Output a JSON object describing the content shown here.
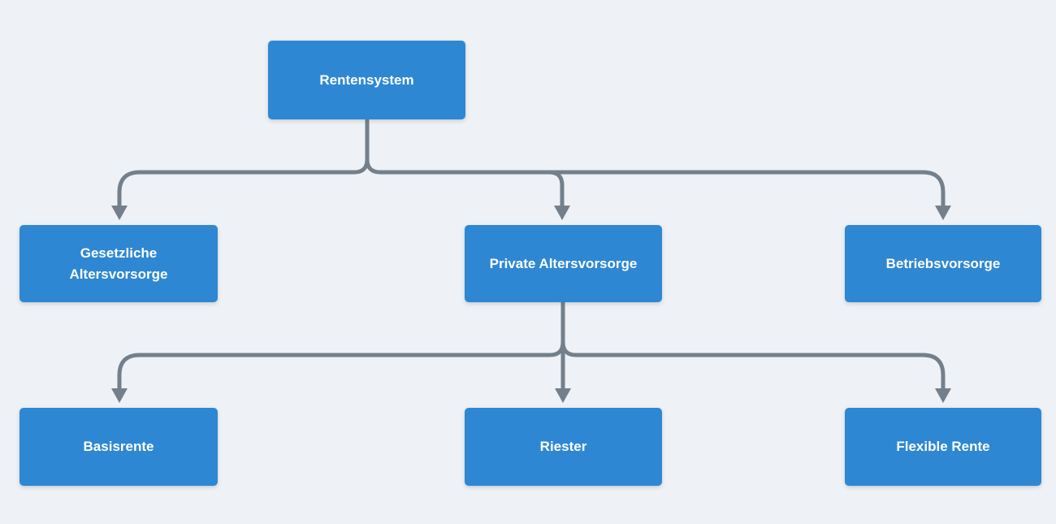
{
  "diagram": {
    "type": "tree",
    "nodes": {
      "rentensystem": {
        "label": "Rentensystem",
        "level": 0
      },
      "gesetzliche": {
        "label": "Gesetzliche Altersvorsorge",
        "level": 1
      },
      "private": {
        "label": "Private Altersvorsorge",
        "level": 1
      },
      "betrieb": {
        "label": "Betriebsvorsorge",
        "level": 1
      },
      "basisrente": {
        "label": "Basisrente",
        "level": 2
      },
      "riester": {
        "label": "Riester",
        "level": 2
      },
      "flexible": {
        "label": "Flexible Rente",
        "level": 2
      }
    },
    "edges": [
      {
        "from": "Rentensystem",
        "to": "Gesetzliche Altersvorsorge"
      },
      {
        "from": "Rentensystem",
        "to": "Private Altersvorsorge"
      },
      {
        "from": "Rentensystem",
        "to": "Betriebsvorsorge"
      },
      {
        "from": "Private Altersvorsorge",
        "to": "Basisrente"
      },
      {
        "from": "Private Altersvorsorge",
        "to": "Riester"
      },
      {
        "from": "Private Altersvorsorge",
        "to": "Flexible Rente"
      }
    ]
  },
  "colors": {
    "background": "#eef1f5",
    "node_fill": "#2e87d2",
    "node_text": "#ffffff",
    "connector": "#73808c"
  }
}
